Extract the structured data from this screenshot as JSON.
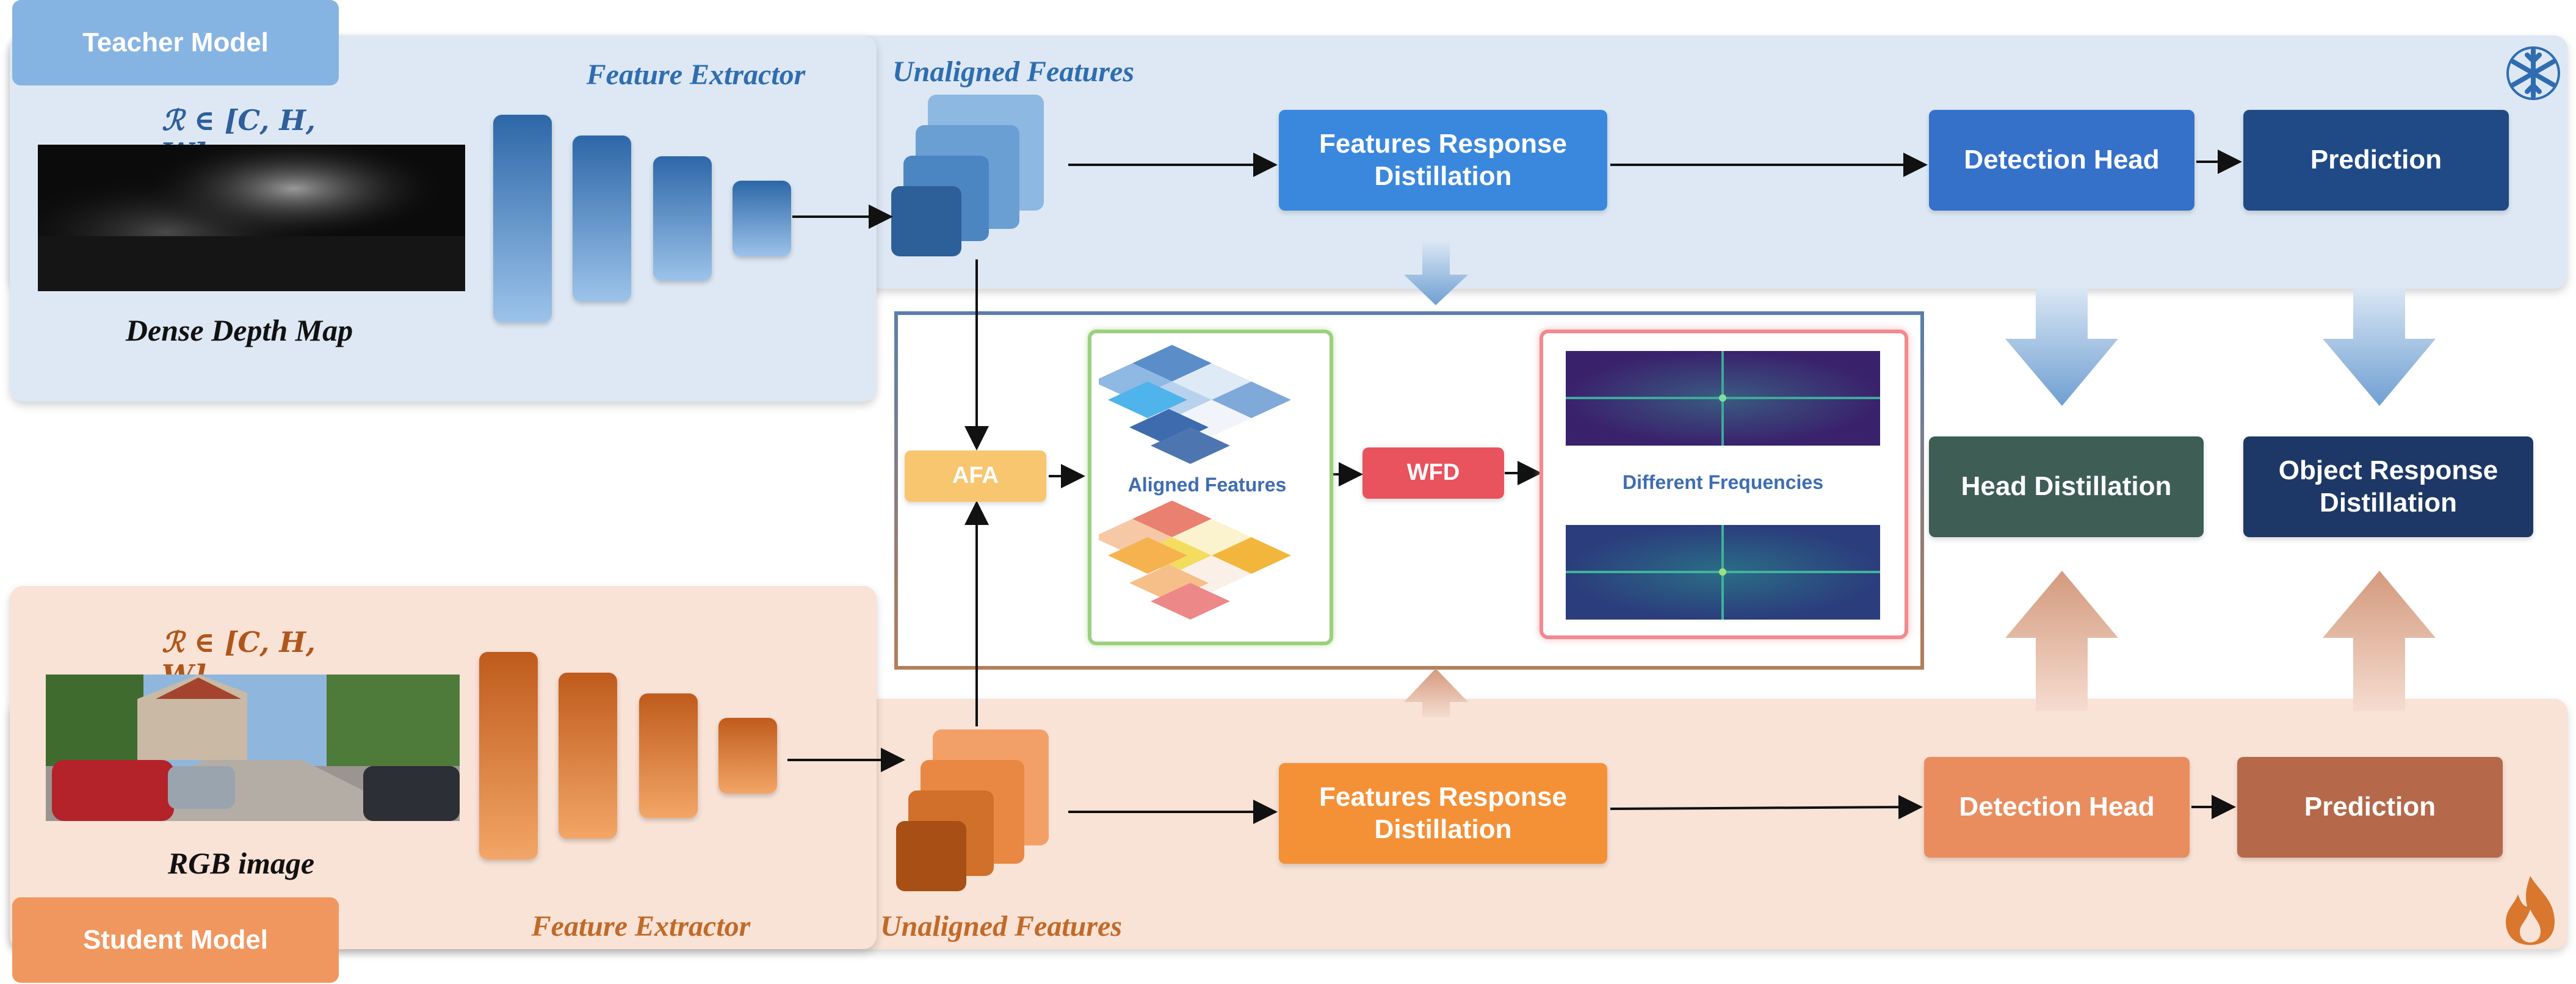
{
  "teacher": {
    "tag": "Teacher Model",
    "formula": "ℛ ∈ [C, H, W]",
    "image_caption": "Dense Depth Map",
    "extractor_label": "Feature Extractor",
    "features_label": "Unaligned Features",
    "response_distillation": "Features Response Distillation",
    "detection_head": "Detection Head",
    "prediction": "Prediction",
    "icon": "snowflake-icon"
  },
  "student": {
    "tag": "Student Model",
    "formula": "ℛ ∈ [C, H, W]",
    "image_caption": "RGB image",
    "extractor_label": "Feature Extractor",
    "features_label": "Unaligned Features",
    "response_distillation": "Features Response Distillation",
    "detection_head": "Detection Head",
    "prediction": "Prediction",
    "icon": "fire-icon"
  },
  "center": {
    "afa": "AFA",
    "aligned_features": "Aligned Features",
    "wfd": "WFD",
    "different_frequencies": "Different Frequencies"
  },
  "right": {
    "head_distillation": "Head Distillation",
    "object_response_distillation": "Object Response Distillation"
  },
  "colors": {
    "teacher_accent": "#2f6db0",
    "student_accent": "#d9772e"
  }
}
